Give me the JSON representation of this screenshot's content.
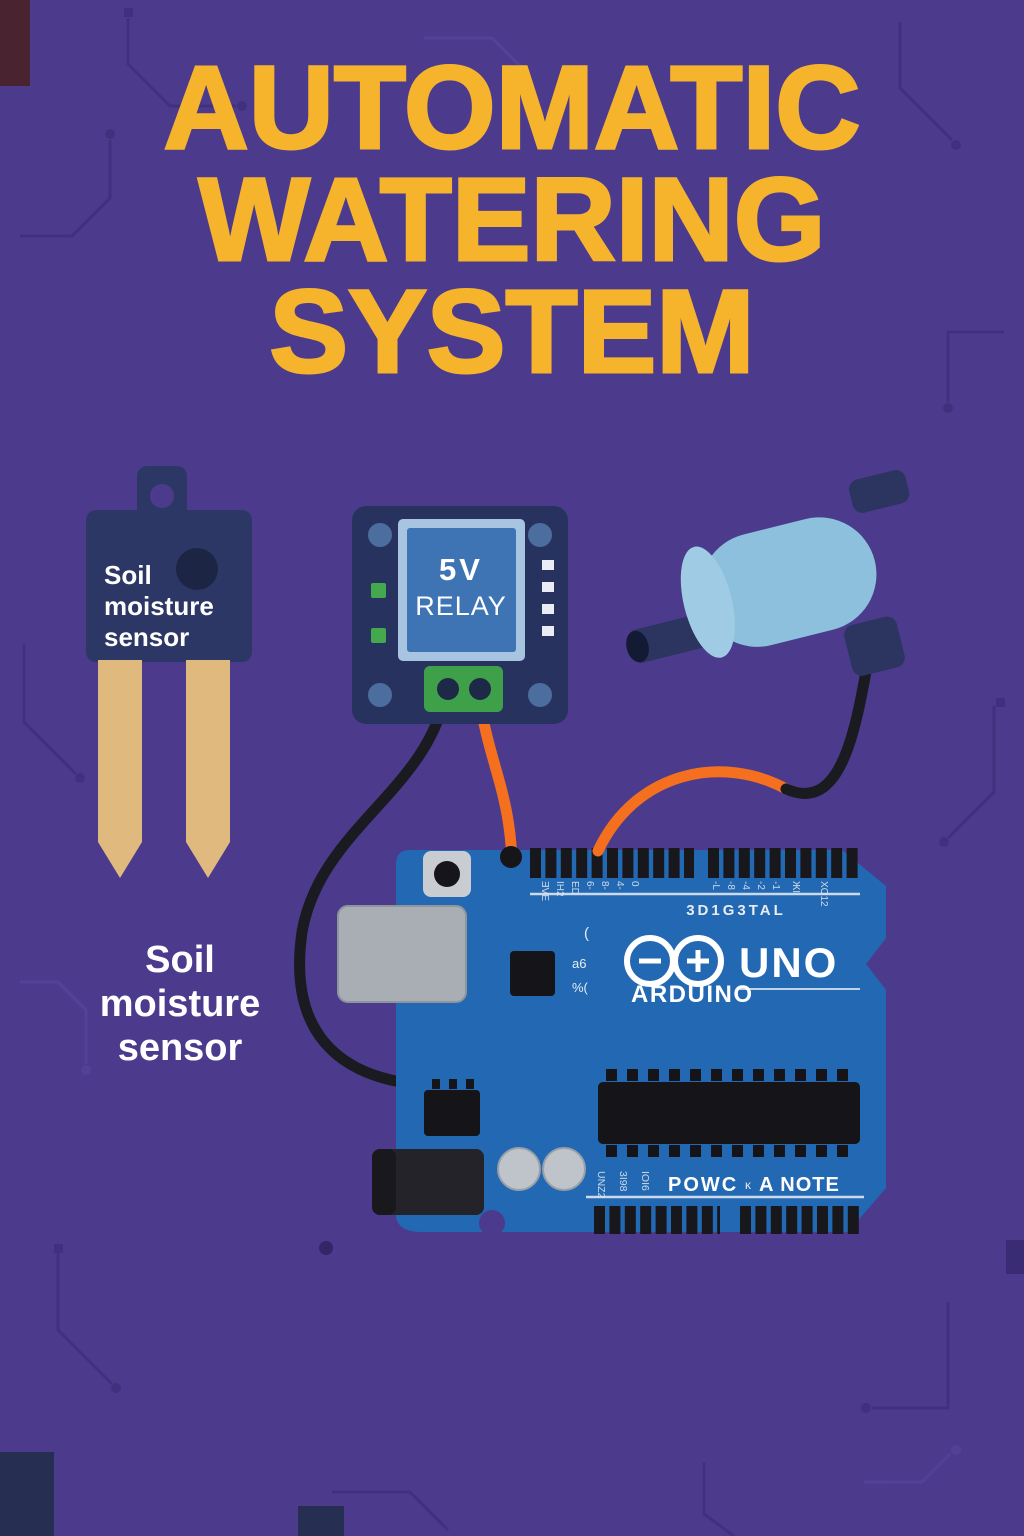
{
  "colors": {
    "background": "#4C3B8D",
    "title_yellow": "#F6B42D",
    "component_navy": "#2C3766",
    "board_blue": "#2268B2",
    "relay_blue": "#3E74B4",
    "pump_blue": "#8CC0DC",
    "prong_tan": "#DFB97E",
    "wire_orange": "#F4701F",
    "wire_black": "#1A1A21",
    "terminal_green": "#3FA04A"
  },
  "title": {
    "lines": [
      "AUTOMATIC",
      "WATERING",
      "SYSTEM"
    ]
  },
  "sensor": {
    "body_lines": [
      "Soil",
      "moisture",
      "sensor"
    ],
    "caption_lines": [
      "Soil",
      "moisture",
      "sensor"
    ]
  },
  "relay": {
    "label_lines": [
      "5V",
      "RELAY"
    ]
  },
  "arduino": {
    "logo_text": "UNO",
    "brand_text": "ARDUINO",
    "digital_text": "3D1G3TAL",
    "power_text": "POWC",
    "analog_prefix": "ĸ",
    "analog_text": "A NOTE",
    "top_pin_labels_left": [
      "ƎVE",
      "IH2",
      "ED",
      "6-",
      "8-",
      "4-",
      "0"
    ],
    "top_pin_labels_right": [
      "-L",
      "-8",
      "-4",
      "-2",
      "-1",
      "ЖI",
      "XO12"
    ],
    "left_marks": [
      "(",
      "a6",
      "%("
    ],
    "bottom_pin_labels": [
      "UNZ2",
      "3I98",
      "IOI6"
    ]
  }
}
